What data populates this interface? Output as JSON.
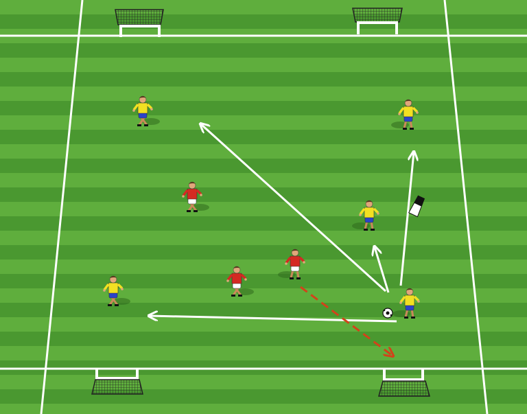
{
  "scene": {
    "type": "soccer training diagram",
    "colors": {
      "grass_light": "#5fae3d",
      "grass_dark": "#4a9830",
      "lines": "#ffffff",
      "team_attack_shirt": "#f2e022",
      "team_attack_shorts": "#2b43c9",
      "team_defend_shirt": "#d42a22",
      "team_defend_shorts": "#ffffff",
      "pass_arrow": "#ffffff",
      "run_arrow": "#d2431a"
    },
    "goals": [
      {
        "name": "goal-top-left",
        "side": "top"
      },
      {
        "name": "goal-top-right",
        "side": "top"
      },
      {
        "name": "goal-bottom-left",
        "side": "bottom"
      },
      {
        "name": "goal-bottom-right",
        "side": "bottom"
      }
    ],
    "players": [
      {
        "name": "attacker-top-left",
        "team": "attack"
      },
      {
        "name": "attacker-top-right",
        "team": "attack"
      },
      {
        "name": "attacker-middle-right",
        "team": "attack"
      },
      {
        "name": "attacker-left",
        "team": "attack"
      },
      {
        "name": "attacker-on-ball",
        "team": "attack"
      },
      {
        "name": "defender-middle-left",
        "team": "defend"
      },
      {
        "name": "defender-center",
        "team": "defend"
      },
      {
        "name": "defender-center-low",
        "team": "defend"
      }
    ],
    "arrows": [
      {
        "name": "pass-arrow-long-diagonal",
        "kind": "pass"
      },
      {
        "name": "pass-arrow-left",
        "kind": "pass"
      },
      {
        "name": "pass-arrow-up-right",
        "kind": "pass"
      },
      {
        "name": "pass-arrow-short",
        "kind": "pass"
      },
      {
        "name": "run-arrow-dashed",
        "kind": "run"
      }
    ],
    "props": [
      "soccer-ball",
      "cone-marker"
    ]
  }
}
